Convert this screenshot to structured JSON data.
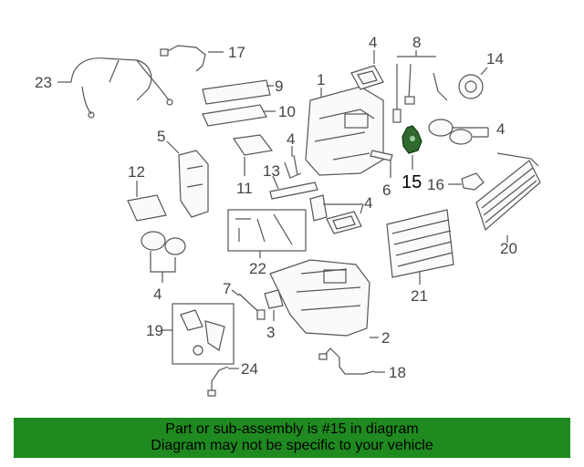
{
  "diagram": {
    "highlighted_part": "15",
    "callouts": [
      "1",
      "2",
      "3",
      "4",
      "4",
      "4",
      "4",
      "4",
      "5",
      "6",
      "7",
      "8",
      "9",
      "10",
      "11",
      "12",
      "13",
      "14",
      "15",
      "16",
      "17",
      "18",
      "19",
      "20",
      "21",
      "22",
      "23",
      "24"
    ]
  },
  "banner": {
    "line1": "Part or sub-assembly is #15 in diagram",
    "line2": "Diagram may not be specific to your vehicle",
    "color": "#1f8a1f"
  }
}
